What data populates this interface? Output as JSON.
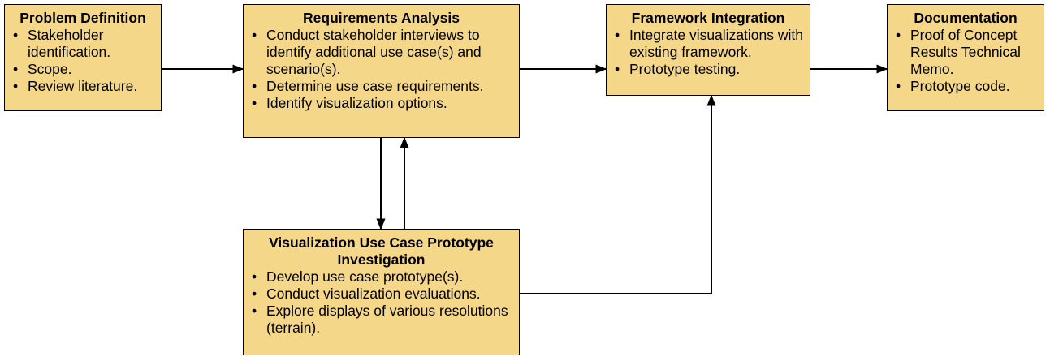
{
  "diagram": {
    "colors": {
      "box_fill": "#f5d78a",
      "line": "#000000"
    },
    "boxes": {
      "problem_definition": {
        "title": "Problem Definition",
        "bullets": [
          "Stakeholder identification.",
          "Scope.",
          "Review literature."
        ]
      },
      "requirements_analysis": {
        "title": "Requirements Analysis",
        "bullets": [
          "Conduct stakeholder interviews to identify additional use case(s) and scenario(s).",
          "Determine use case requirements.",
          "Identify visualization options."
        ]
      },
      "framework_integration": {
        "title": "Framework Integration",
        "bullets": [
          "Integrate visualizations with existing framework.",
          "Prototype testing."
        ]
      },
      "documentation": {
        "title": "Documentation",
        "bullets": [
          "Proof of Concept Results Technical Memo.",
          "Prototype code."
        ]
      },
      "prototype_investigation": {
        "title": "Visualization Use Case Prototype Investigation",
        "bullets": [
          "Develop use case prototype(s).",
          "Conduct visualization evaluations.",
          "Explore displays of various resolutions (terrain)."
        ]
      }
    },
    "connections": [
      {
        "from": "Problem Definition",
        "to": "Requirements Analysis"
      },
      {
        "from": "Requirements Analysis",
        "to": "Framework Integration"
      },
      {
        "from": "Framework Integration",
        "to": "Documentation"
      },
      {
        "from": "Requirements Analysis",
        "to": "Visualization Use Case Prototype Investigation"
      },
      {
        "from": "Visualization Use Case Prototype Investigation",
        "to": "Requirements Analysis"
      },
      {
        "from": "Visualization Use Case Prototype Investigation",
        "to": "Framework Integration"
      }
    ]
  }
}
